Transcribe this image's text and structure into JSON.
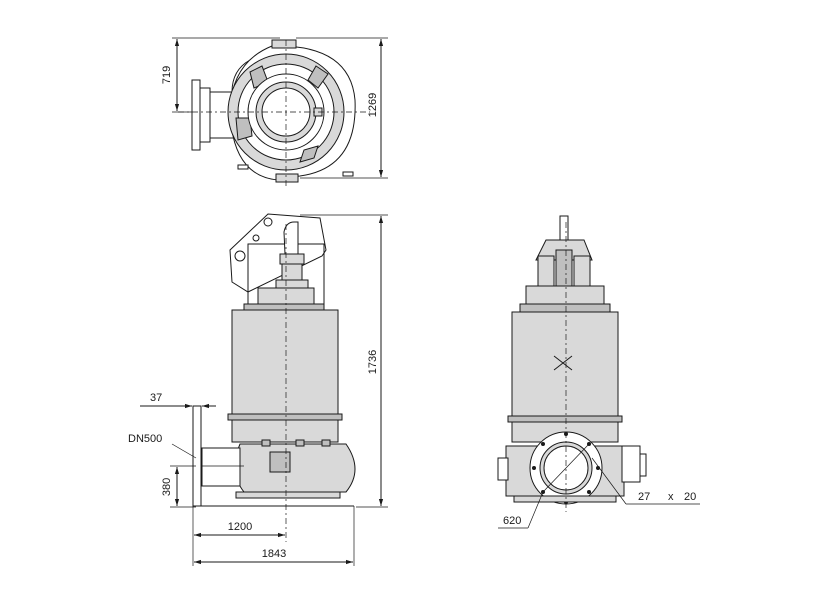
{
  "dimensions": {
    "top_view_offset": "719",
    "top_view_height": "1269",
    "overall_height": "1736",
    "flange_thickness": "37",
    "outlet_size": "DN500",
    "outlet_height": "380",
    "axis_to_flange": "1200",
    "overall_length": "1843",
    "bolt_count": "27",
    "bolt_times": "x",
    "bolt_size": "20",
    "pitch_circle": "620"
  }
}
